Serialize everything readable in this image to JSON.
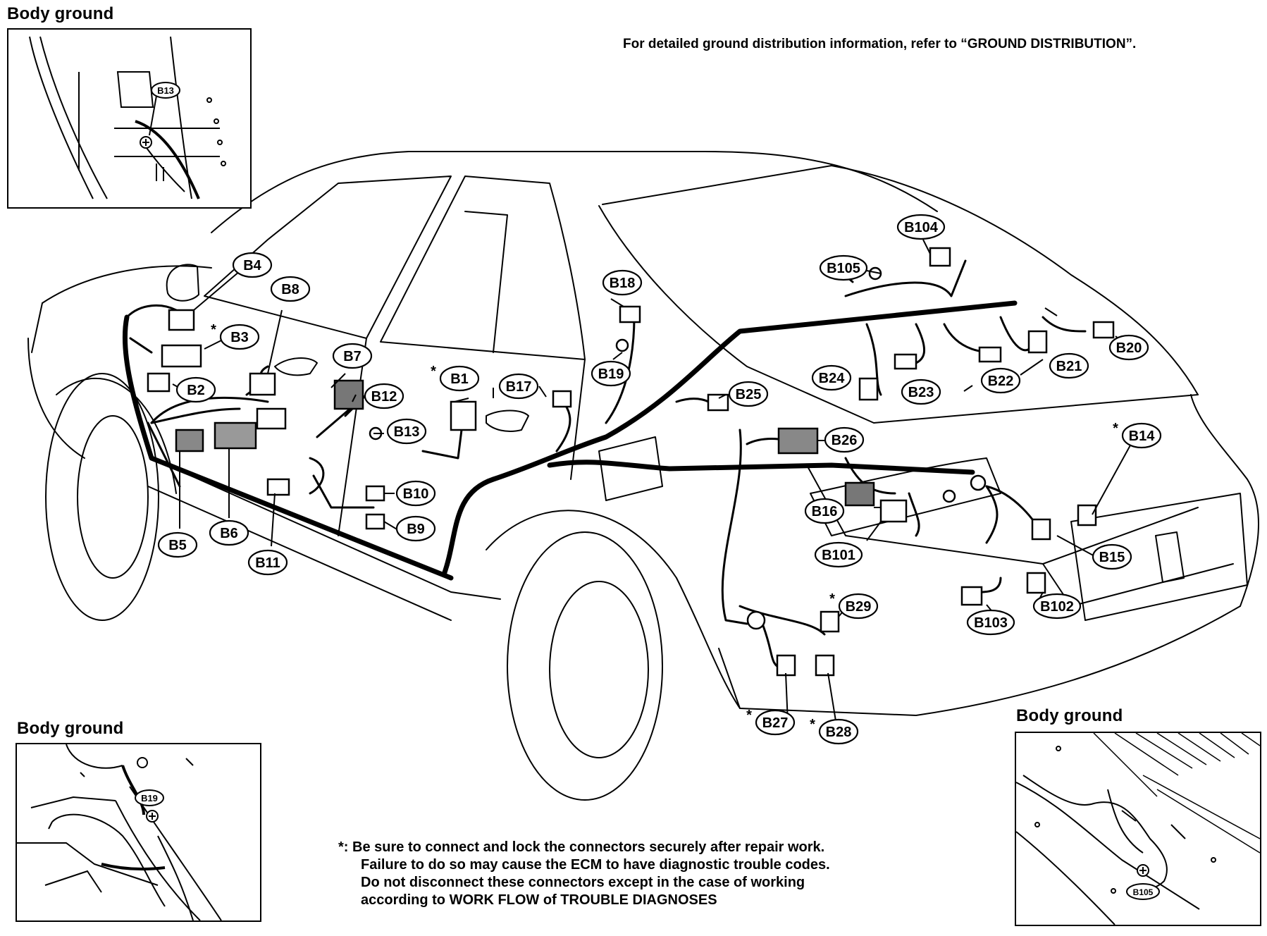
{
  "header": {
    "ground_note": "For detailed ground distribution information, refer to “GROUND DISTRIBUTION”."
  },
  "insets": [
    {
      "heading": "Body ground",
      "connector": "B13"
    },
    {
      "heading": "Body ground",
      "connector": "B19"
    },
    {
      "heading": "Body ground",
      "connector": "B105"
    }
  ],
  "connectors": [
    {
      "id": "B1",
      "label": "B1",
      "star": true
    },
    {
      "id": "B2",
      "label": "B2",
      "star": false
    },
    {
      "id": "B3",
      "label": "B3",
      "star": true
    },
    {
      "id": "B4",
      "label": "B4",
      "star": false
    },
    {
      "id": "B5",
      "label": "B5",
      "star": false
    },
    {
      "id": "B6",
      "label": "B6",
      "star": false
    },
    {
      "id": "B7",
      "label": "B7",
      "star": false
    },
    {
      "id": "B8",
      "label": "B8",
      "star": false
    },
    {
      "id": "B9",
      "label": "B9",
      "star": false
    },
    {
      "id": "B10",
      "label": "B10",
      "star": false
    },
    {
      "id": "B11",
      "label": "B11",
      "star": false
    },
    {
      "id": "B12",
      "label": "B12",
      "star": false
    },
    {
      "id": "B13",
      "label": "B13",
      "star": false
    },
    {
      "id": "B14",
      "label": "B14",
      "star": true
    },
    {
      "id": "B15",
      "label": "B15",
      "star": false
    },
    {
      "id": "B16",
      "label": "B16",
      "star": false
    },
    {
      "id": "B17",
      "label": "B17",
      "star": false
    },
    {
      "id": "B18",
      "label": "B18",
      "star": false
    },
    {
      "id": "B19",
      "label": "B19",
      "star": false
    },
    {
      "id": "B20",
      "label": "B20",
      "star": false
    },
    {
      "id": "B21",
      "label": "B21",
      "star": false
    },
    {
      "id": "B22",
      "label": "B22",
      "star": false
    },
    {
      "id": "B23",
      "label": "B23",
      "star": false
    },
    {
      "id": "B24",
      "label": "B24",
      "star": false
    },
    {
      "id": "B25",
      "label": "B25",
      "star": false
    },
    {
      "id": "B26",
      "label": "B26",
      "star": false
    },
    {
      "id": "B27",
      "label": "B27",
      "star": true
    },
    {
      "id": "B28",
      "label": "B28",
      "star": true
    },
    {
      "id": "B29",
      "label": "B29",
      "star": true
    },
    {
      "id": "B101",
      "label": "B101",
      "star": false
    },
    {
      "id": "B102",
      "label": "B102",
      "star": false
    },
    {
      "id": "B103",
      "label": "B103",
      "star": false
    },
    {
      "id": "B104",
      "label": "B104",
      "star": false
    },
    {
      "id": "B105",
      "label": "B105",
      "star": false
    }
  ],
  "footnote": {
    "marker": "*:",
    "lines": [
      "Be sure to connect and lock the connectors securely after repair work.",
      "Failure to do so may cause the ECM to have diagnostic trouble codes.",
      "Do not disconnect these connectors except in the case of working",
      "according to WORK FLOW of TROUBLE DIAGNOSES"
    ]
  }
}
